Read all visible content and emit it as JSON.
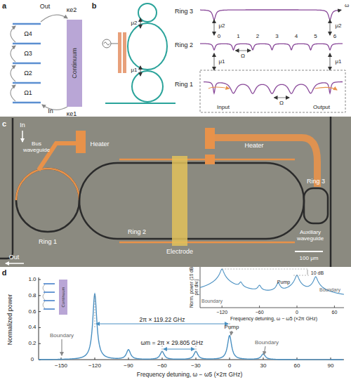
{
  "diagram": {
    "nodes": [
      {
        "text": [
          "Continuum"
        ]
      },
      {
        "text": [
          "Continuum"
        ]
      }
    ],
    "labels": [
      "a",
      "Out",
      "κe2",
      "Ω4",
      "Ω3",
      "Ω2",
      "Ω1",
      "In",
      "κe1",
      "b",
      "μ2",
      "μ1",
      "Ring 3",
      "Ring 2",
      "Ring 1",
      "ω",
      "μ2",
      "μ2",
      "0",
      "1",
      "2",
      "3",
      "4",
      "5",
      "6",
      "μ1",
      "μ1",
      "Ω",
      "Ω",
      "Input",
      "Output",
      "c",
      "In",
      "Bus waveguide",
      "Heater",
      "Heater",
      "Ring 1",
      "Ring 2",
      "Electrode",
      "Ring 3",
      "Auxiliary waveguide",
      "Out",
      "100 μm",
      "d",
      "Normalized power",
      "0",
      "0.2",
      "0.4",
      "0.6",
      "0.8",
      "1.0",
      "−150",
      "−120",
      "−90",
      "−60",
      "−30",
      "0",
      "30",
      "60",
      "90",
      "Frequency detuning, ω − ω5 (×2π GHz)",
      "Boundary",
      "Pump",
      "Boundary",
      "2π × 119.22 GHz",
      "ωm = 2π × 29.805 GHz",
      "Norm. power (10 dB per div.)",
      "10 dB",
      "Pump",
      "Boundary",
      "Boundary",
      "−120",
      "−60",
      "0",
      "60",
      "Frequency detuning, ω − ω5 (×2π GHz)"
    ]
  }
}
